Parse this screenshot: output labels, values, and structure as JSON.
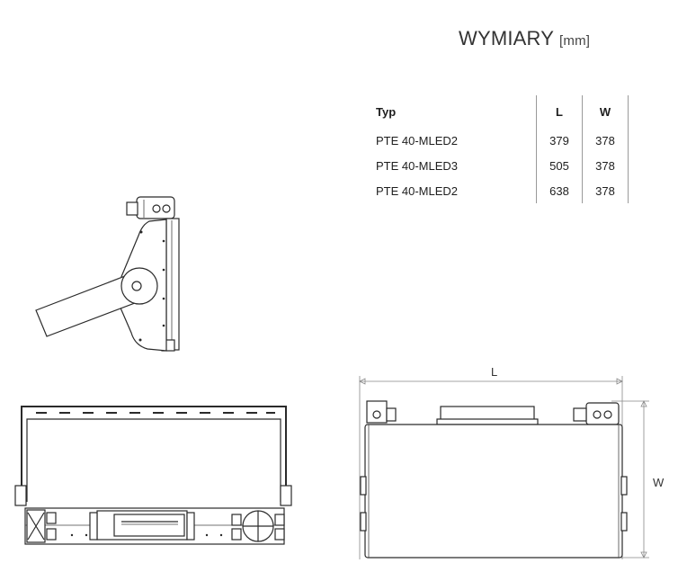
{
  "header": {
    "title": "WYMIARY",
    "unit": "[mm]"
  },
  "table": {
    "columns": [
      "Typ",
      "L",
      "W"
    ],
    "rows": [
      {
        "typ": "PTE 40-MLED2",
        "l": "379",
        "w": "378"
      },
      {
        "typ": "PTE 40-MLED3",
        "l": "505",
        "w": "378"
      },
      {
        "typ": "PTE 40-MLED2",
        "l": "638",
        "w": "378"
      }
    ]
  },
  "dimensions": {
    "length_label": "L",
    "width_label": "W"
  }
}
